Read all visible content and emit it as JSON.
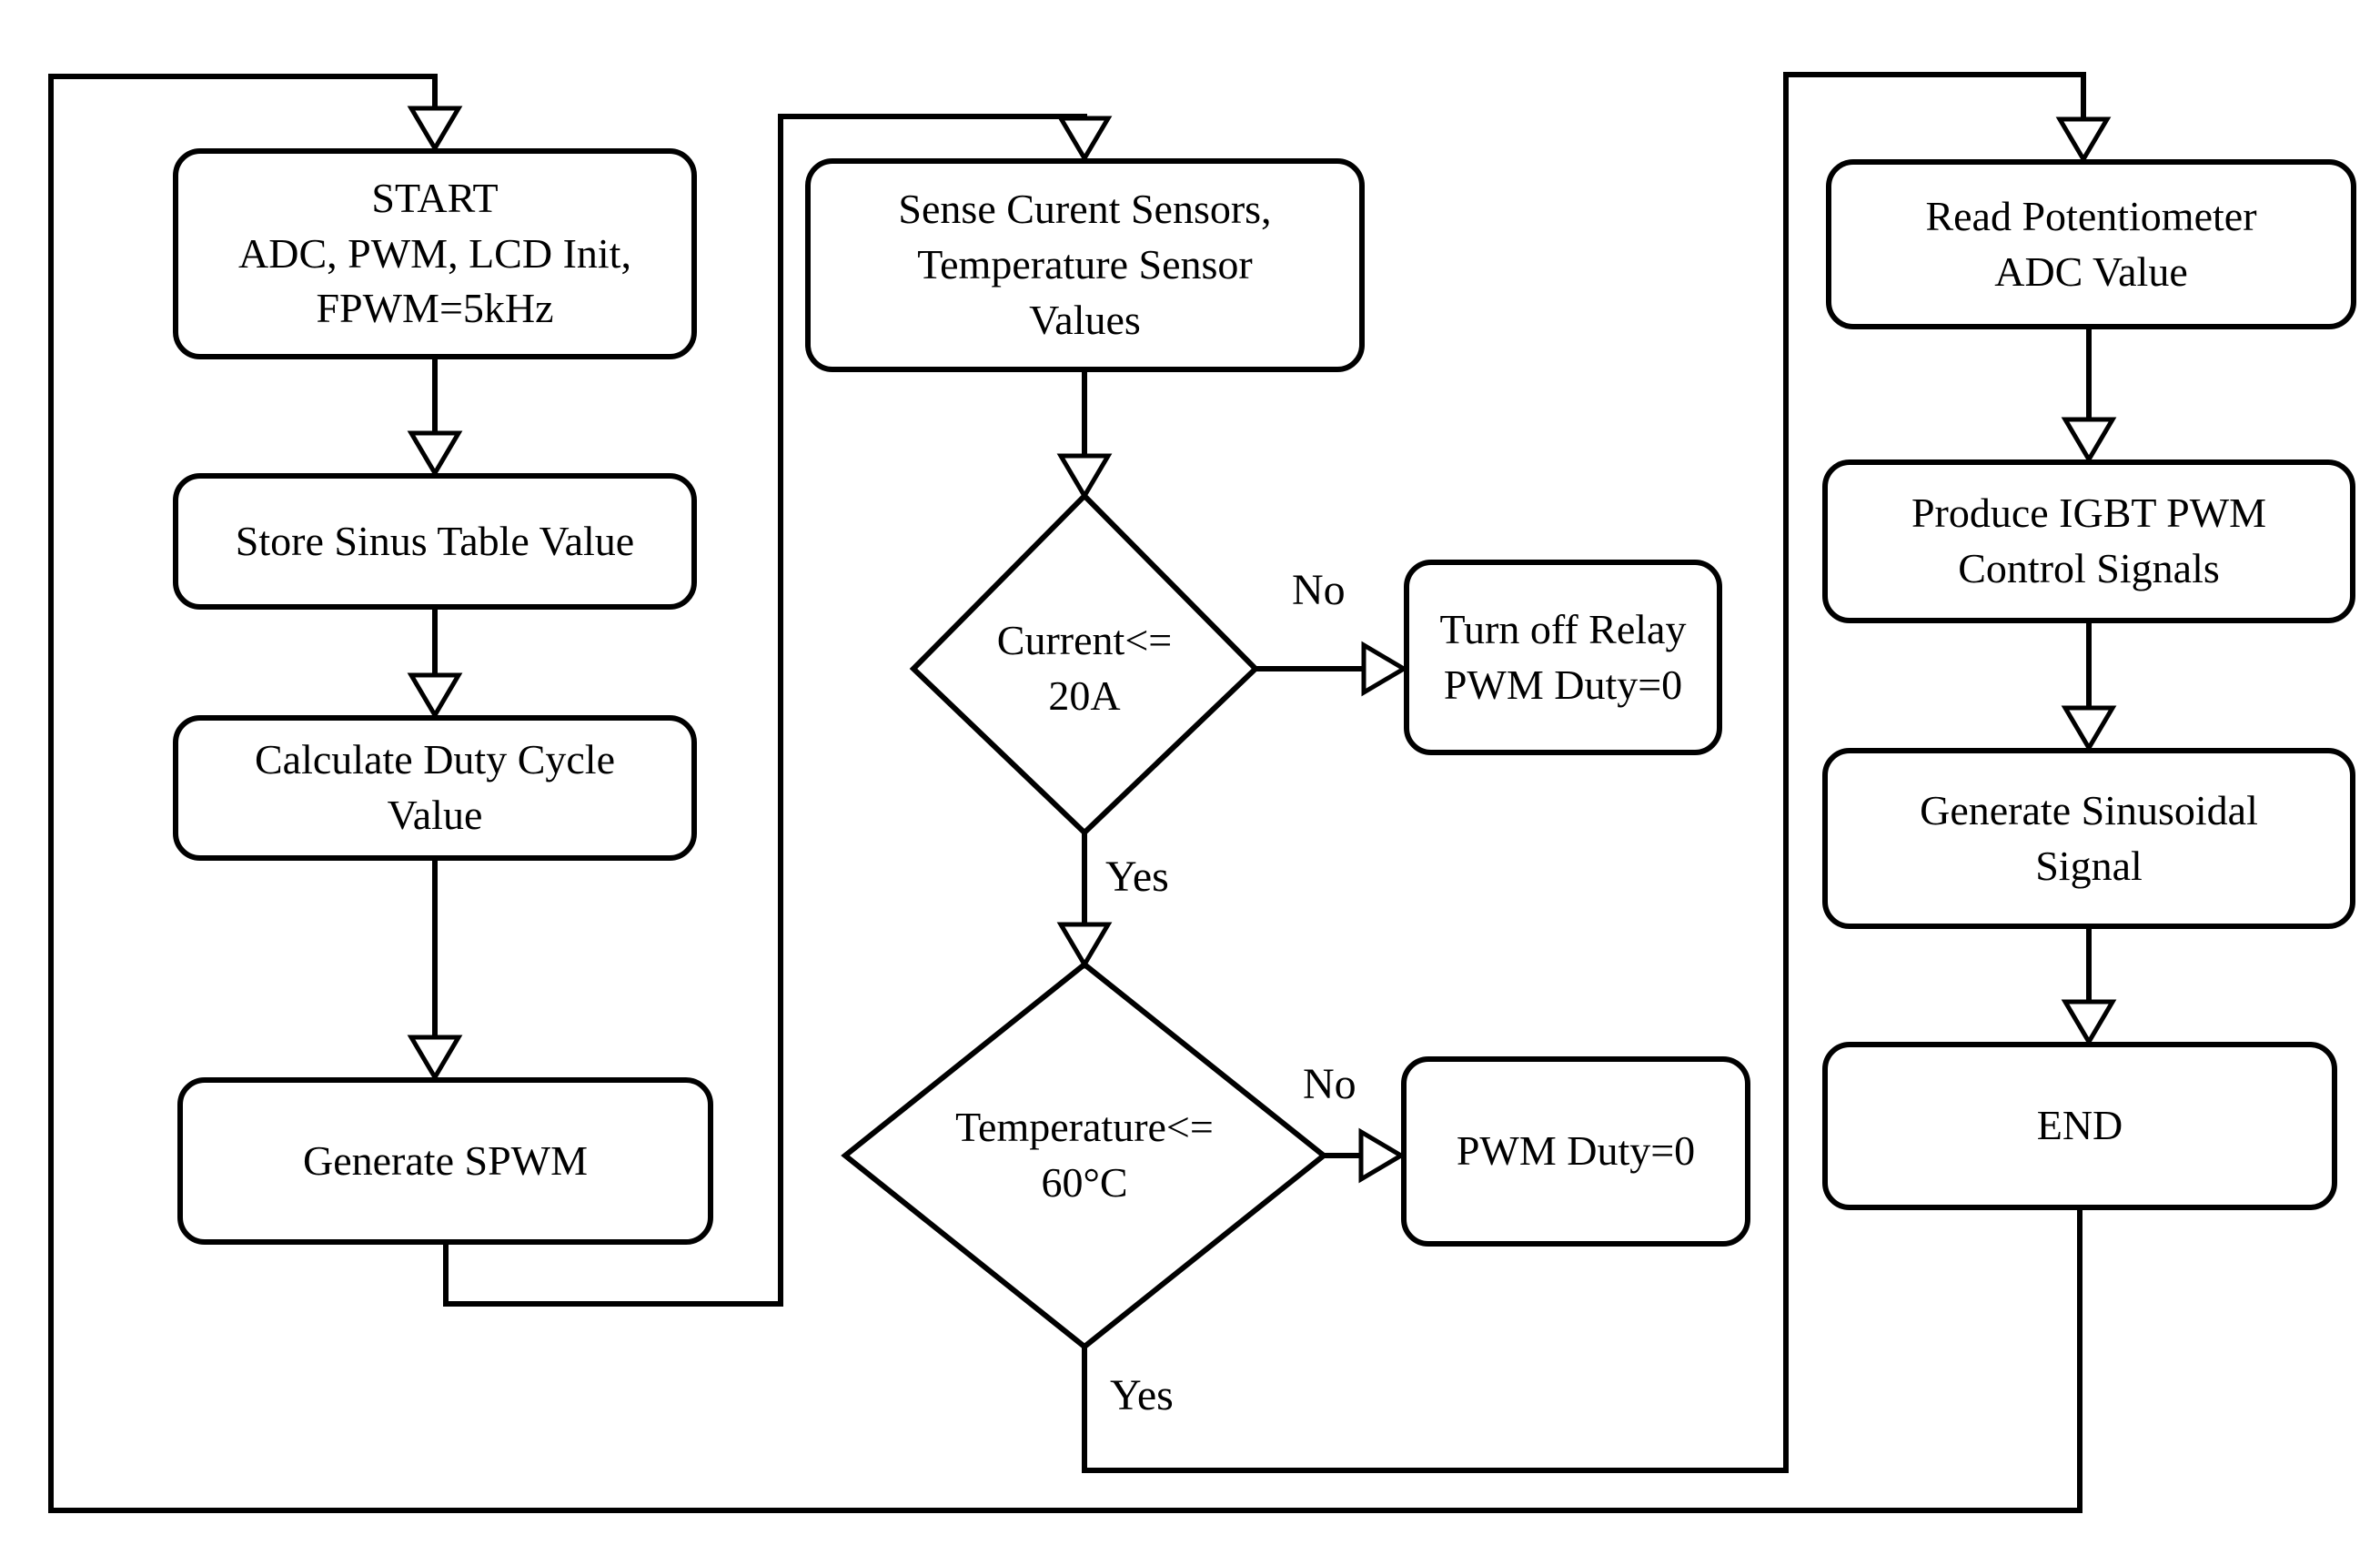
{
  "nodes": {
    "start": "START\nADC, PWM, LCD Init,\nFPWM=5kHz",
    "store_sinus": "Store Sinus Table Value",
    "calc_duty": "Calculate Duty Cycle\nValue",
    "generate_spwm": "Generate SPWM",
    "sense_sensors": "Sense Curent Sensors,\nTemperature Sensor\nValues",
    "current_check": "Current<=\n20A",
    "turn_off_relay": "Turn off Relay\nPWM Duty=0",
    "temp_check": "Temperature<=\n60°C",
    "pwm_duty_zero": "PWM Duty=0",
    "read_pot": "Read Potentiometer\nADC Value",
    "produce_igbt": "Produce IGBT PWM\nControl Signals",
    "gen_sinusoidal": "Generate Sinusoidal\nSignal",
    "end": "END"
  },
  "edge_labels": {
    "current_no": "No",
    "current_yes": "Yes",
    "temp_no": "No",
    "temp_yes": "Yes"
  },
  "colors": {
    "stroke": "#000000",
    "fill": "#ffffff"
  }
}
